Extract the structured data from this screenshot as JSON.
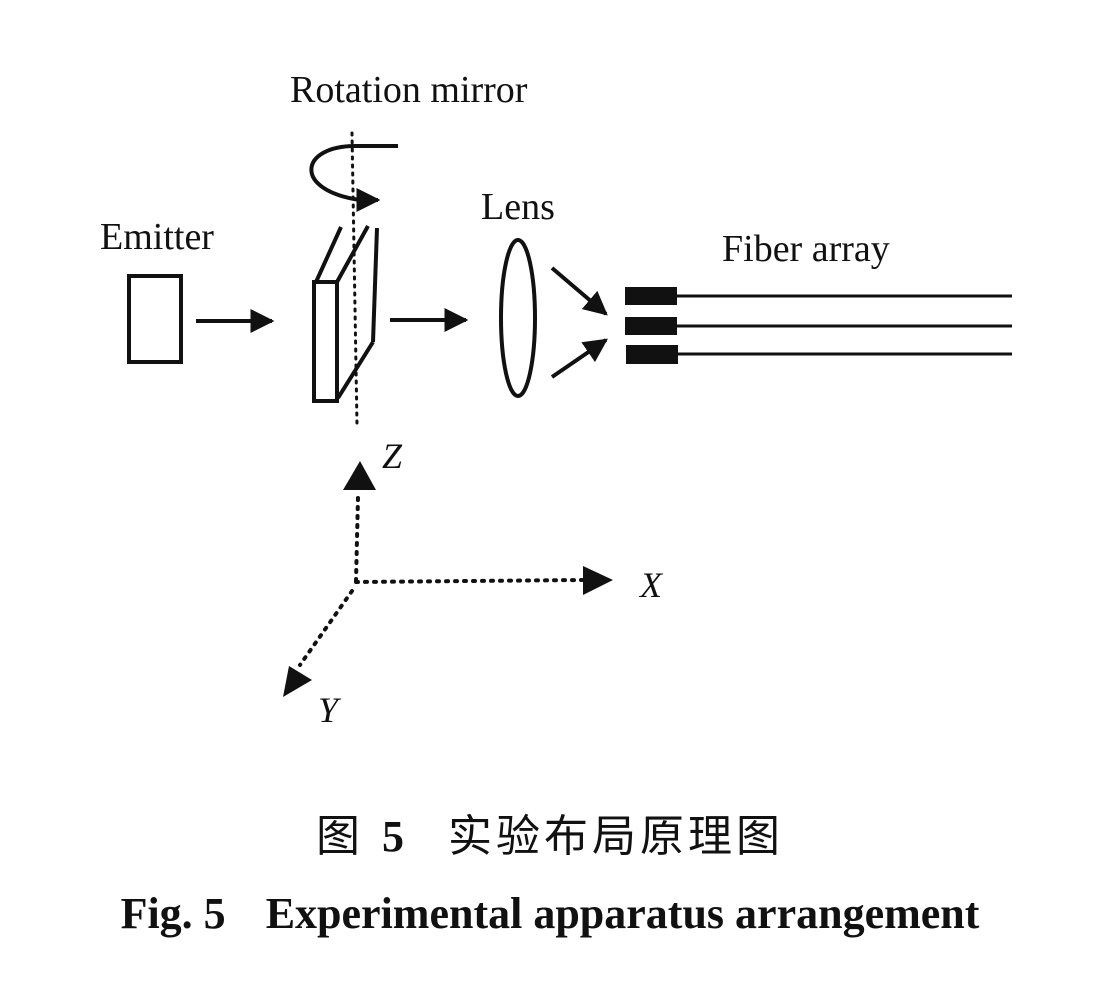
{
  "figure": {
    "labels": {
      "rotation_mirror": "Rotation mirror",
      "emitter": "Emitter",
      "lens": "Lens",
      "fiber_array": "Fiber array"
    },
    "axes": {
      "x": "X",
      "y": "Y",
      "z": "Z"
    },
    "fiber_count": 3,
    "caption_cn": {
      "prefix": "图",
      "number": "5",
      "title": "实验布局原理图"
    },
    "caption_en": {
      "prefix": "Fig. 5",
      "title": "Experimental apparatus arrangement"
    }
  }
}
